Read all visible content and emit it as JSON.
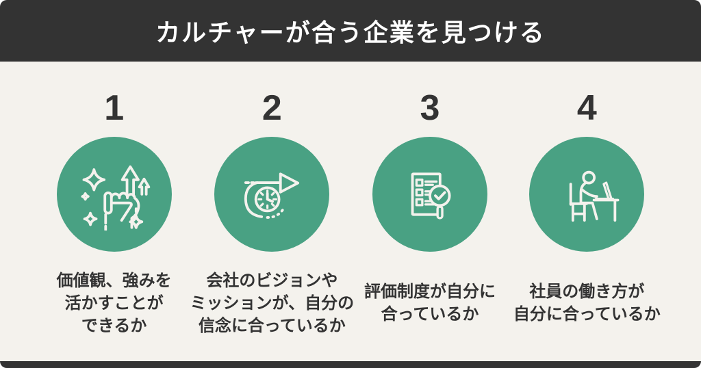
{
  "theme": {
    "bar_color": "#333333",
    "background": "#f4f2ed",
    "accent_green": "#49a183",
    "text_color": "#333333",
    "icon_stroke": "#f4f2ed"
  },
  "header": {
    "title": "カルチャーが合う企業を見つける"
  },
  "steps": [
    {
      "number": "1",
      "icon": "fist-sparkles-arrows-icon",
      "caption_lines": [
        "価値観、強みを",
        "活かすことが",
        "できるか"
      ]
    },
    {
      "number": "2",
      "icon": "clock-forward-arrow-icon",
      "caption_lines": [
        "会社のビジョンや",
        "ミッションが、自分の",
        "信念に合っているか"
      ]
    },
    {
      "number": "3",
      "icon": "checklist-magnifier-icon",
      "caption_lines": [
        "評価制度が自分に",
        "合っているか"
      ]
    },
    {
      "number": "4",
      "icon": "person-desk-laptop-icon",
      "caption_lines": [
        "社員の働き方が",
        "自分に合っているか"
      ]
    }
  ]
}
